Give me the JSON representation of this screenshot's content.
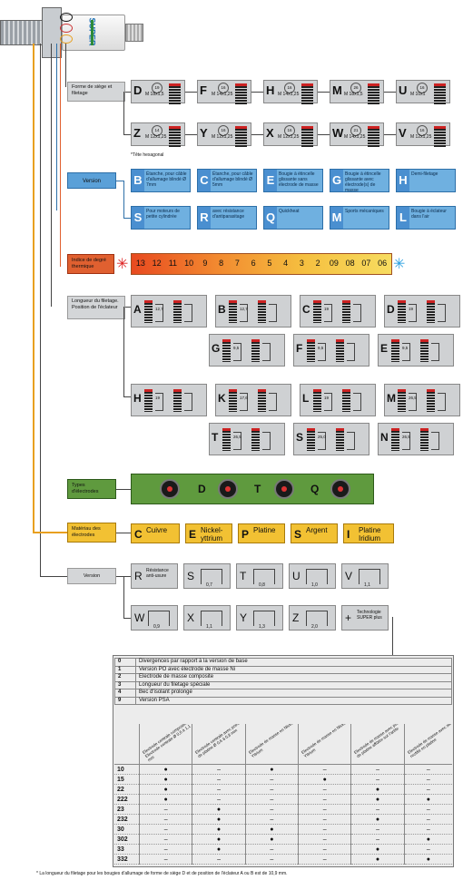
{
  "plug": {
    "brand": "SUPER"
  },
  "sections": {
    "seat": {
      "label": "Forme de siège et filetage",
      "footnote": "*Tête hexagonal"
    },
    "version": {
      "label": "Version"
    },
    "heat": {
      "label": "Indice de degré thermique"
    },
    "length": {
      "label": "Longueur du filetage. Position de l'éclateur"
    },
    "electrodes": {
      "label": "Types d'électrodes"
    },
    "material": {
      "label": "Matériau des électrodes"
    },
    "version2": {
      "label": "Version"
    }
  },
  "seat_row1": [
    {
      "letter": "D",
      "circle": "19",
      "thread": "M 18x1,5"
    },
    {
      "letter": "F",
      "circle": "16",
      "thread": "M 14x1,25"
    },
    {
      "letter": "H",
      "circle": "16",
      "thread": "M 14x1,25"
    },
    {
      "letter": "M",
      "circle": "26",
      "thread": "M 18x1,5"
    },
    {
      "letter": "U",
      "circle": "16",
      "thread": "M 10x1"
    }
  ],
  "seat_row2": [
    {
      "letter": "Z",
      "circle": "14",
      "thread": "M 12x1,25"
    },
    {
      "letter": "Y",
      "circle": "16",
      "thread": "M 12x1,25"
    },
    {
      "letter": "X",
      "circle": "16",
      "thread": "M 12x1,25"
    },
    {
      "letter": "W",
      "circle": "21",
      "thread": "M 14x1,25"
    },
    {
      "letter": "V",
      "circle": "16",
      "thread": "M 12x1,25"
    }
  ],
  "version_row1": [
    {
      "letter": "B",
      "text": "Étanche, pour câble d'allumage blindé Ø 7mm"
    },
    {
      "letter": "C",
      "text": "Étanche, pour câble d'allumage blindé Ø 5mm"
    },
    {
      "letter": "E",
      "text": "Bougie à étincelle glissante sans électrode de masse"
    },
    {
      "letter": "G",
      "text": "Bougie à étincelle glissante avec électrode(s) de masse"
    },
    {
      "letter": "H",
      "text": "Demi-filetage"
    }
  ],
  "version_row2": [
    {
      "letter": "S",
      "text": "Pour moteurs de petite cylindrée"
    },
    {
      "letter": "R",
      "text": "avec résistance d'antiparasitage"
    },
    {
      "letter": "Q",
      "text": "Quickheat"
    },
    {
      "letter": "M",
      "text": "Sports mécaniques"
    },
    {
      "letter": "L",
      "text": "Bougie à éclateur dans l'air"
    }
  ],
  "heat_values": [
    "13",
    "12",
    "11",
    "10",
    "9",
    "8",
    "7",
    "6",
    "5",
    "4",
    "3",
    "2",
    "09",
    "08",
    "07",
    "06"
  ],
  "length_row1": [
    {
      "letter": "A",
      "dims": "12,7"
    },
    {
      "letter": "B",
      "dims": "12,7"
    },
    {
      "letter": "C",
      "dims": "19"
    },
    {
      "letter": "D",
      "dims": "19"
    }
  ],
  "length_row2": [
    {
      "letter": "G",
      "dims": "9,5"
    },
    {
      "letter": "F",
      "dims": "9,5"
    },
    {
      "letter": "E",
      "dims": "9,5"
    }
  ],
  "length_row3": [
    {
      "letter": "H",
      "dims": "19"
    },
    {
      "letter": "K",
      "dims": "17,6"
    },
    {
      "letter": "L",
      "dims": "19"
    },
    {
      "letter": "M",
      "dims": "26,5"
    }
  ],
  "length_row4": [
    {
      "letter": "T",
      "dims": "26,5"
    },
    {
      "letter": "S",
      "dims": "25,0"
    },
    {
      "letter": "N",
      "dims": "26,5"
    }
  ],
  "electrode_types": [
    "D",
    "T",
    "Q"
  ],
  "materials": [
    {
      "letter": "C",
      "text": "Cuivre"
    },
    {
      "letter": "E",
      "text": "Nickel-yttrium"
    },
    {
      "letter": "P",
      "text": "Platine"
    },
    {
      "letter": "S",
      "text": "Argent"
    },
    {
      "letter": "I",
      "text": "Platine Iridium"
    }
  ],
  "version2_row1": [
    {
      "letter": "R",
      "text": "Résistance anti-usure",
      "dim": ""
    },
    {
      "letter": "S",
      "text": "",
      "dim": "0,7"
    },
    {
      "letter": "T",
      "text": "",
      "dim": "0,8"
    },
    {
      "letter": "U",
      "text": "",
      "dim": "1,0"
    },
    {
      "letter": "V",
      "text": "",
      "dim": "1,1"
    }
  ],
  "version2_row2": [
    {
      "letter": "W",
      "text": "",
      "dim": "0,9"
    },
    {
      "letter": "X",
      "text": "",
      "dim": "1,1"
    },
    {
      "letter": "Y",
      "text": "",
      "dim": "1,3"
    },
    {
      "letter": "Z",
      "text": "",
      "dim": "2,0"
    },
    {
      "letter": "+",
      "text": "Technologie SUPER plus",
      "dim": ""
    }
  ],
  "codes": [
    {
      "k": "0",
      "v": "Divergences par rapport à la version de base"
    },
    {
      "k": "1",
      "v": "Version PO avec électrode de masse Ni"
    },
    {
      "k": "2",
      "v": "Electrode de masse composite"
    },
    {
      "k": "3",
      "v": "Longueur du filetage spéciale"
    },
    {
      "k": "4",
      "v": "Bec d'isolant prolongé"
    },
    {
      "k": "9",
      "v": "Version PSA"
    }
  ],
  "grid_headers": [
    "Electrode centrale composite, Electrode centrale Ø 0,6 à 1,1 mm",
    "Electrode centrale avec pointe de platine Ø 0,6 à 0,8 mm",
    "Electrode de masse en Nickel-Yttrium",
    "Electrode de masse en Nickel-Yttrium",
    "Electrode de masse avec pointe de platine affûtée sur l'arête",
    "Electrode de masse avec siège rectifié en platine"
  ],
  "grid_rows": [
    {
      "k": "10",
      "v": [
        "●",
        "–",
        "●",
        "–",
        "–",
        "–"
      ]
    },
    {
      "k": "15",
      "v": [
        "●",
        "–",
        "–",
        "●",
        "–",
        "–"
      ]
    },
    {
      "k": "22",
      "v": [
        "●",
        "–",
        "–",
        "–",
        "●",
        "–"
      ]
    },
    {
      "k": "222",
      "v": [
        "●",
        "–",
        "–",
        "–",
        "●",
        "●"
      ]
    },
    {
      "k": "23",
      "v": [
        "–",
        "●",
        "–",
        "–",
        "–",
        "–"
      ]
    },
    {
      "k": "232",
      "v": [
        "–",
        "●",
        "–",
        "–",
        "●",
        "–"
      ]
    },
    {
      "k": "30",
      "v": [
        "–",
        "●",
        "●",
        "–",
        "–",
        "–"
      ]
    },
    {
      "k": "302",
      "v": [
        "–",
        "●",
        "●",
        "–",
        "–",
        "●"
      ]
    },
    {
      "k": "33",
      "v": [
        "–",
        "●",
        "–",
        "–",
        "●",
        "–"
      ]
    },
    {
      "k": "332",
      "v": [
        "–",
        "–",
        "–",
        "–",
        "●",
        "●"
      ]
    }
  ],
  "footer": "* La longueur du filetage pour les bougies d'allumage de forme de siège D et de position de l'éclateur A ou B est de 10,9 mm."
}
